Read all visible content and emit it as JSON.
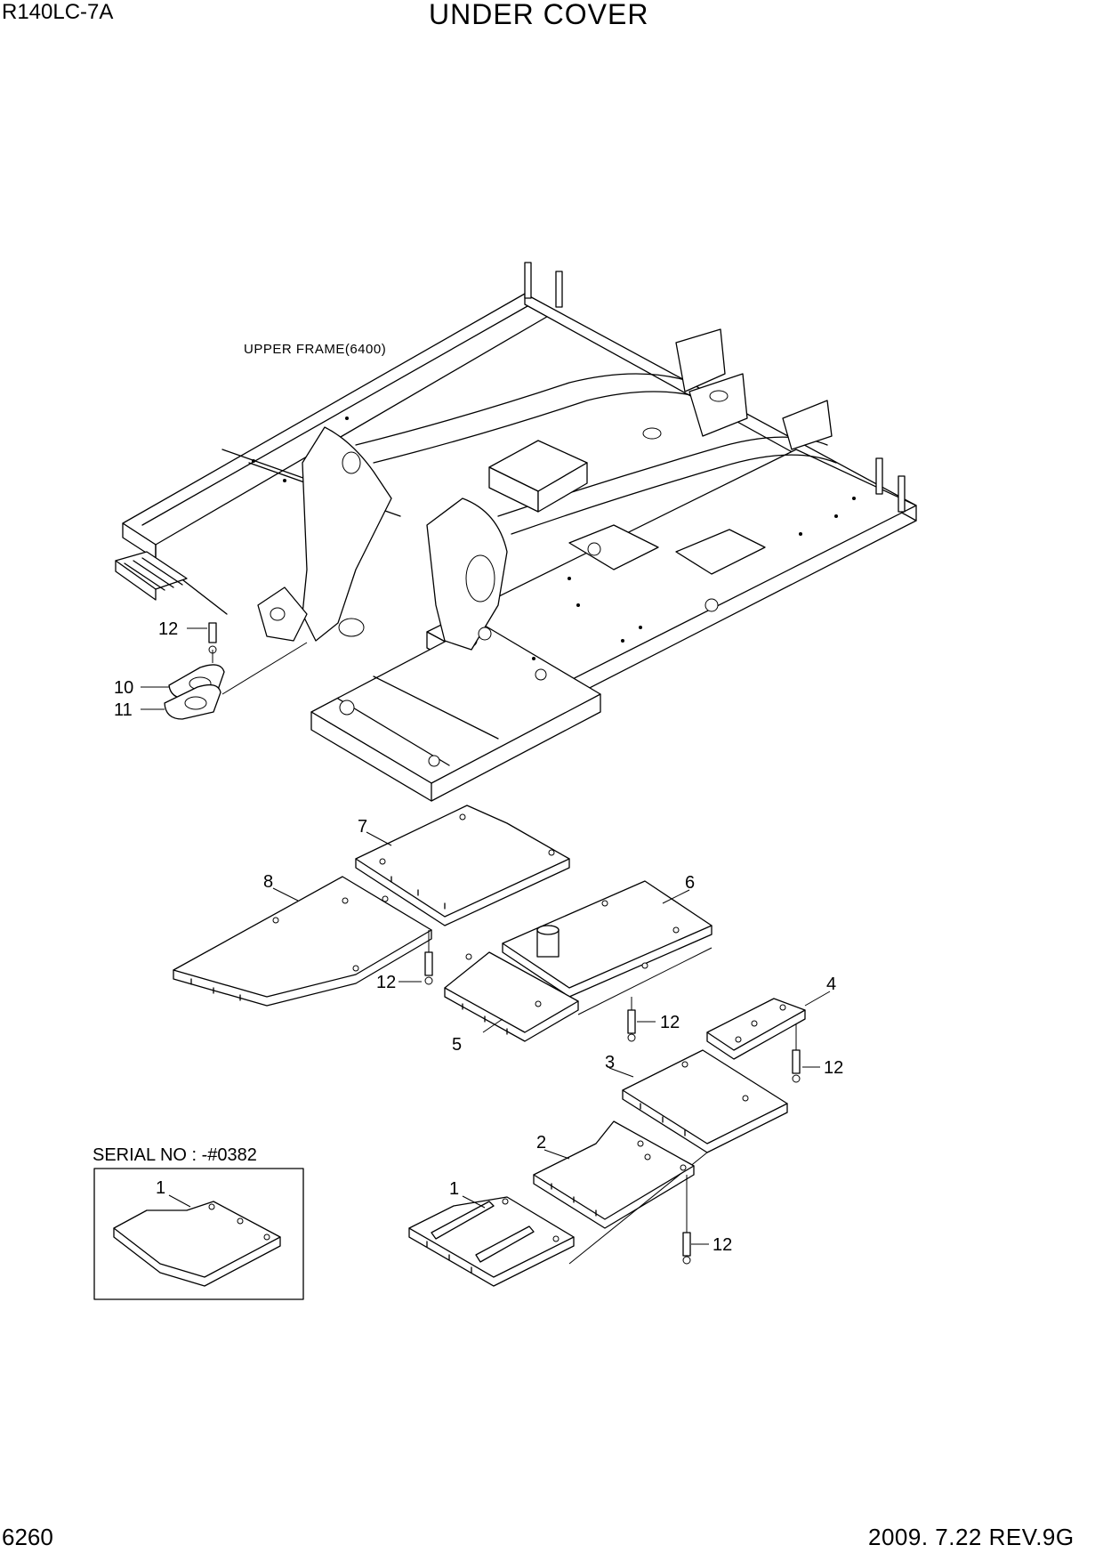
{
  "header": {
    "model": "R140LC-7A",
    "title": "UNDER COVER"
  },
  "footer": {
    "page_number": "6260",
    "revision": "2009. 7.22  REV.9G"
  },
  "reference_label": "UPPER FRAME(6400)",
  "serial_note": "SERIAL NO : -#0382",
  "callouts": {
    "c1": "1",
    "c1_inset": "1",
    "c2": "2",
    "c3": "3",
    "c4": "4",
    "c5": "5",
    "c6": "6",
    "c7": "7",
    "c8": "8",
    "c10": "10",
    "c11": "11",
    "c12a": "12",
    "c12b": "12",
    "c12c": "12",
    "c12d": "12",
    "c12e": "12"
  }
}
